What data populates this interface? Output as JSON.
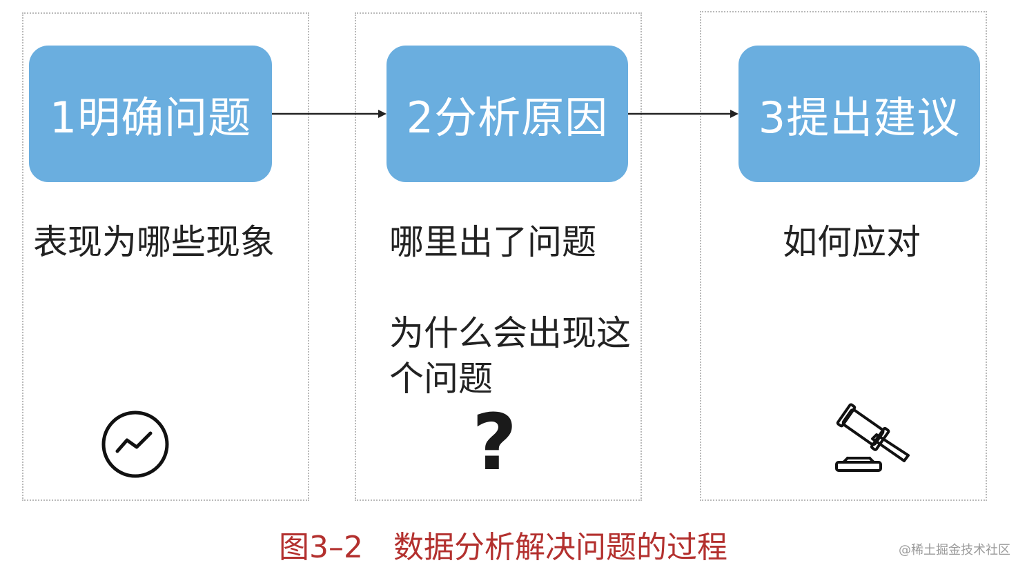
{
  "steps": [
    {
      "label": "1明确问题",
      "descriptions": [
        "表现为哪些现象"
      ],
      "icon": "trend-chart-circle-icon"
    },
    {
      "label": "2分析原因",
      "descriptions": [
        "哪里出了问题",
        "为什么会出现这个问题"
      ],
      "icon": "question-mark-icon"
    },
    {
      "label": "3提出建议",
      "descriptions": [
        "如何应对"
      ],
      "icon": "gavel-icon"
    }
  ],
  "question_symbol": "?",
  "caption": {
    "number": "图3–2",
    "title": "数据分析解决问题的过程"
  },
  "watermark": "@稀土掘金技术社区",
  "colors": {
    "step_box": "#6aaedf",
    "caption": "#b3302e",
    "text": "#222222"
  }
}
